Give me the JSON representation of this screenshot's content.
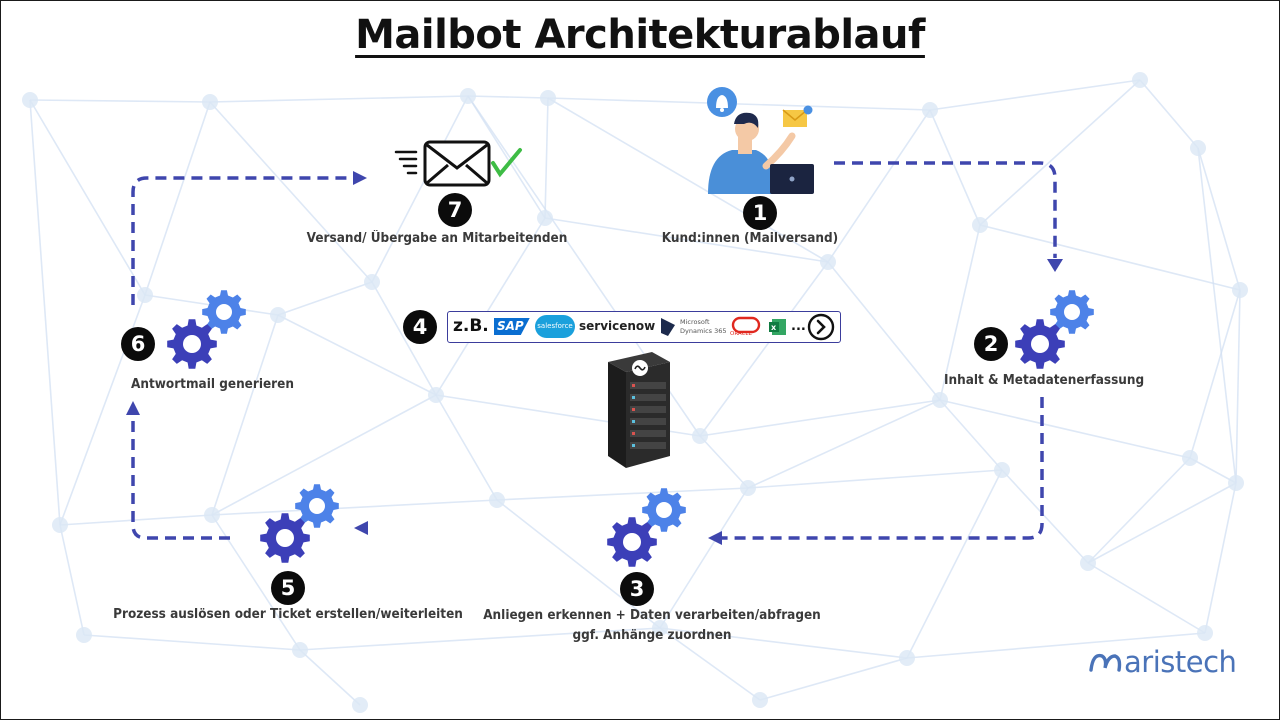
{
  "title": "Mailbot Architekturablauf",
  "steps": [
    {
      "number": "1",
      "label": "Kund:innen (Mailversand)"
    },
    {
      "number": "2",
      "label": "Inhalt & Metadatenerfassung"
    },
    {
      "number": "3",
      "label_line1": "Anliegen erkennen + Daten verarbeiten/abfragen",
      "label_line2": "ggf. Anhänge zuordnen"
    },
    {
      "number": "4",
      "prefix": "z.B.",
      "logos": [
        "SAP",
        "salesforce",
        "servicenow",
        "Microsoft",
        "Dynamics 365",
        "ORACLE",
        "..."
      ]
    },
    {
      "number": "5",
      "label": "Prozess auslösen oder Ticket erstellen/weiterleiten"
    },
    {
      "number": "6",
      "label": "Antwortmail generieren"
    },
    {
      "number": "7",
      "label": "Versand/ Übergabe an Mitarbeitenden"
    }
  ],
  "brand": {
    "name": "aristech"
  },
  "colors": {
    "arrow": "#3f46ad",
    "gear": "#3c3fb8",
    "gear_light": "#4d82e8",
    "network": "#d3e1f3"
  },
  "icons": [
    "mail-sent-icon",
    "checkmark-icon",
    "customer-laptop-icon",
    "bell-icon",
    "envelope-icon",
    "gear-icon",
    "server-rack-icon",
    "arrow-right-circle-icon",
    "aristech-logo-icon"
  ]
}
